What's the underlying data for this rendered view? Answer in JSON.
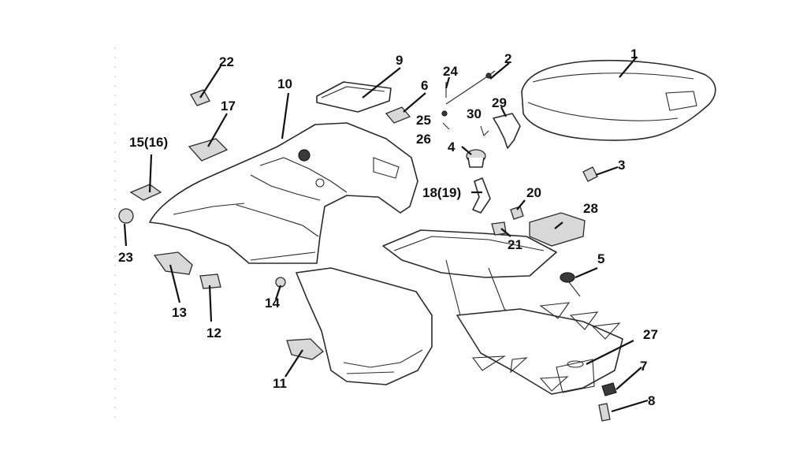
{
  "callouts": [
    "1",
    "2",
    "3",
    "4",
    "5",
    "6",
    "7",
    "8",
    "9",
    "10",
    "11",
    "12",
    "13",
    "14",
    "15(16)",
    "17",
    "18(19)",
    "20",
    "21",
    "22",
    "23",
    "24",
    "25",
    "26",
    "27",
    "28",
    "29",
    "30"
  ],
  "colors": {
    "line": "#2a2a2a",
    "background": "#ffffff"
  }
}
